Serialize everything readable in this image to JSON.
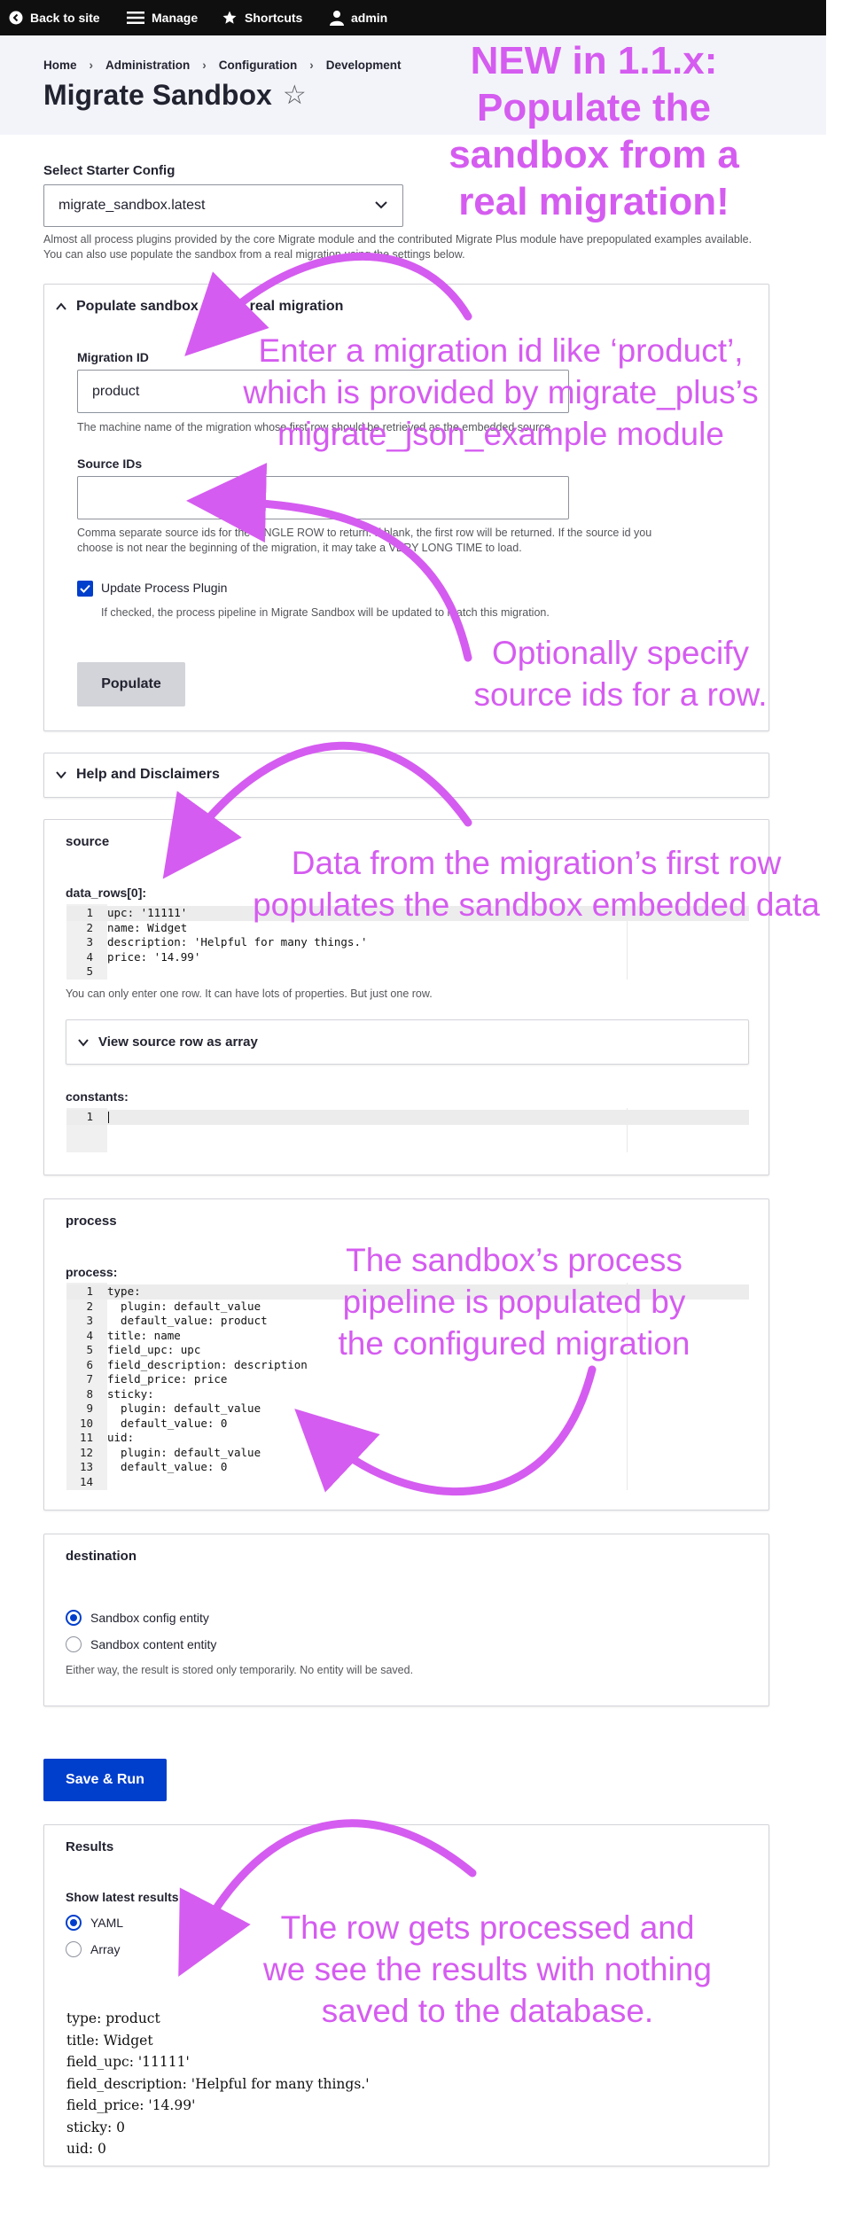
{
  "toolbar": {
    "back": "Back to site",
    "manage": "Manage",
    "shortcuts": "Shortcuts",
    "user": "admin"
  },
  "breadcrumb": [
    "Home",
    "Administration",
    "Configuration",
    "Development"
  ],
  "page_title": "Migrate Sandbox",
  "starter": {
    "label": "Select Starter Config",
    "value": "migrate_sandbox.latest",
    "description": "Almost all process plugins provided by the core Migrate module and the contributed Migrate Plus module have prepopulated examples available. You can also use populate the sandbox from a real migration using the settings below."
  },
  "populate_panel": {
    "title": "Populate sandbox from a real migration",
    "migration_id_label": "Migration ID",
    "migration_id_value": "product",
    "migration_id_desc": "The machine name of the migration whose first row should be retrieved as the embedded source.",
    "source_ids_label": "Source IDs",
    "source_ids_value": "",
    "source_ids_desc_1": "Comma separate source ids for the SINGLE ROW to return. If blank, the first row will be returned. If the source id you",
    "source_ids_desc_2": "choose is not near the beginning of the migration, it may take a VERY LONG TIME to load.",
    "update_checkbox_label": "Update Process Plugin",
    "update_checkbox_checked": true,
    "update_checkbox_desc": "If checked, the process pipeline in Migrate Sandbox will be updated to match this migration.",
    "button": "Populate"
  },
  "help_panel": {
    "title": "Help and Disclaimers"
  },
  "source_panel": {
    "title": "source",
    "data_rows_label": "data_rows[0]:",
    "data_rows_lines": [
      "upc: '11111'",
      "name: Widget",
      "description: 'Helpful for many things.'",
      "price: '14.99'",
      ""
    ],
    "data_rows_desc": "You can only enter one row. It can have lots of properties. But just one row.",
    "view_as_array": "View source row as array",
    "constants_label": "constants:",
    "constants_lines": [
      ""
    ]
  },
  "process_panel": {
    "title": "process",
    "process_label": "process:",
    "lines": [
      "type:",
      "  plugin: default_value",
      "  default_value: product",
      "title: name",
      "field_upc: upc",
      "field_description: description",
      "field_price: price",
      "sticky:",
      "  plugin: default_value",
      "  default_value: 0",
      "uid:",
      "  plugin: default_value",
      "  default_value: 0",
      ""
    ]
  },
  "destination_panel": {
    "title": "destination",
    "option_config": "Sandbox config entity",
    "option_content": "Sandbox content entity",
    "selected": "config",
    "desc": "Either way, the result is stored only temporarily. No entity will be saved."
  },
  "save_run_button": "Save & Run",
  "results_panel": {
    "title": "Results",
    "show_as_label": "Show latest results as",
    "option_yaml": "YAML",
    "option_array": "Array",
    "selected": "YAML",
    "output": "type: product\ntitle: Widget\nfield_upc: '11111'\nfield_description: 'Helpful for many things.'\nfield_price: '14.99'\nsticky: 0\nuid: 0"
  },
  "annotations": {
    "new_feature": "NEW in 1.1.x:\nPopulate the\nsandbox from a\nreal migration!",
    "migration_id": "Enter a migration id like ‘product’,\nwhich is provided by migrate_plus’s\nmigrate_json_example module",
    "source_ids": "Optionally specify\nsource ids for a row.",
    "data_row": "Data from the migration’s first row\npopulates the sandbox embedded data",
    "process": "The sandbox’s process\npipeline is populated by\nthe configured migration",
    "results": "The row gets processed and\nwe see the results with nothing\nsaved to the database."
  },
  "colors": {
    "annotation": "#d55cf0",
    "primary": "#003ecc",
    "toolbar": "#0f0f0f",
    "header_bg": "#f3f4f9"
  }
}
